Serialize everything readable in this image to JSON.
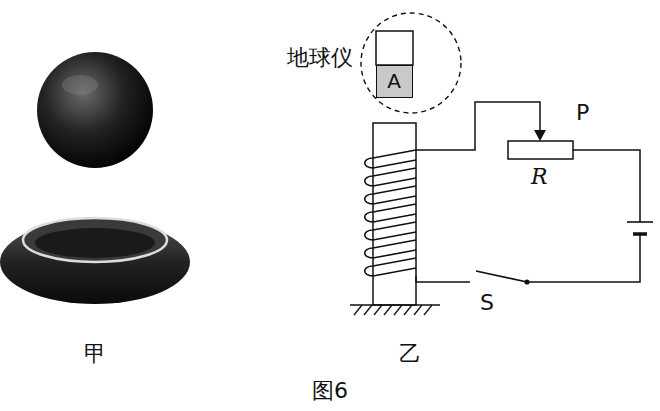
{
  "diagram": {
    "nodes": [
      {
        "text": [
          "地球仪"
        ]
      },
      {
        "text": [
          "A"
        ],
        "in": 0
      }
    ],
    "labels": [
      "P",
      "R",
      "S",
      "甲",
      "乙",
      "图6"
    ]
  }
}
